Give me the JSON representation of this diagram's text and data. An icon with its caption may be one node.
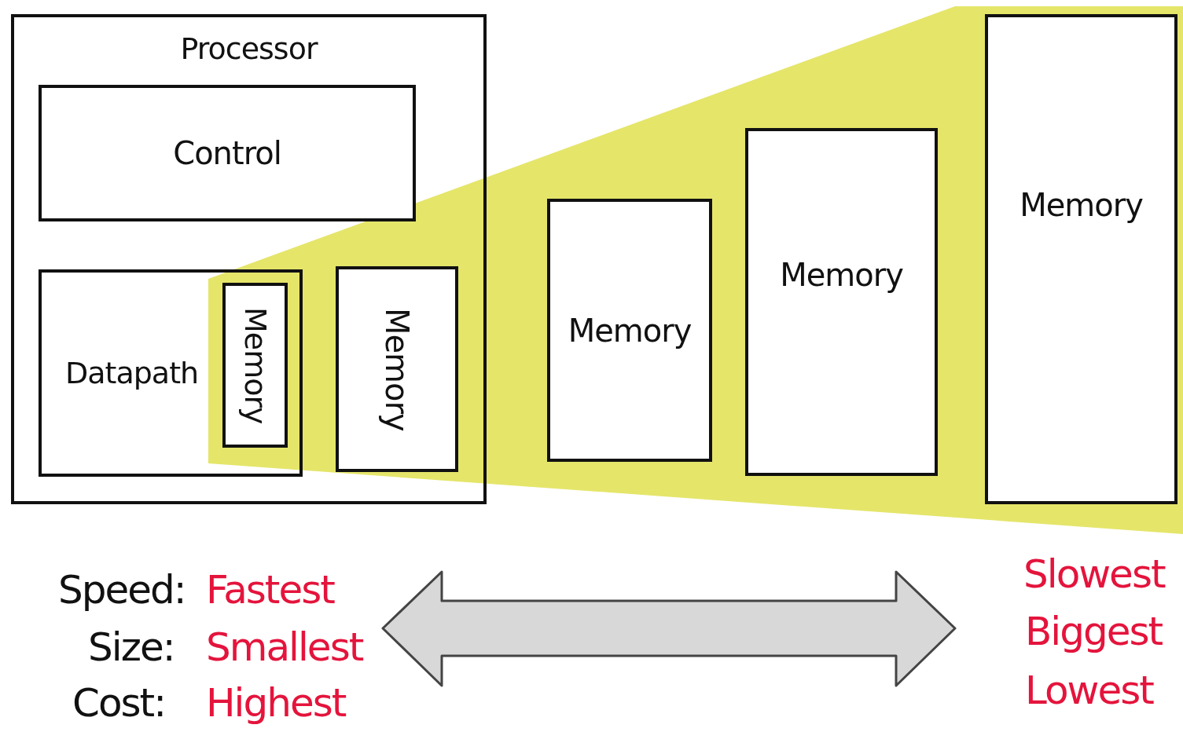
{
  "diagram": {
    "nodes": [
      {
        "text": [
          "Processor"
        ]
      },
      {
        "text": [
          "Control"
        ],
        "in": 0
      },
      {
        "text": [
          "Datapath"
        ],
        "in": 0
      },
      {
        "text": [
          "Memory"
        ],
        "in": 2
      },
      {
        "text": [
          "Memory"
        ],
        "in": 0
      },
      {
        "text": [
          "Memory"
        ]
      },
      {
        "text": [
          "Memory"
        ]
      },
      {
        "text": [
          "Memory"
        ]
      }
    ],
    "labels": [
      "Speed:",
      "Fastest",
      "Size:",
      "Smallest",
      "Cost:",
      "Highest",
      "Slowest",
      "Biggest",
      "Lowest"
    ]
  }
}
